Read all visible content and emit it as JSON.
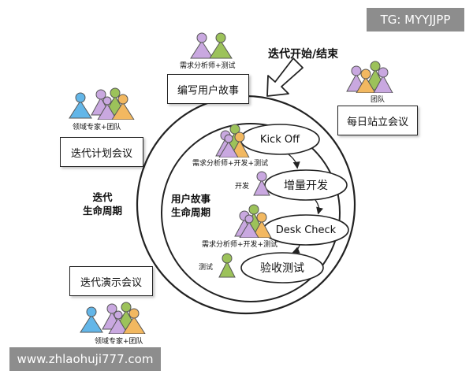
{
  "header": {
    "title": "迭代开始/结束",
    "watermark_top": "TG: MYYJJPP",
    "watermark_bottom": "www.zhlaohuji777.com"
  },
  "outer_boxes": {
    "write_story": "编写用户故事",
    "daily_standup": "每日站立会议",
    "iteration_planning": "迭代计划会议",
    "iteration_demo": "迭代演示会议"
  },
  "lifecycle_labels": {
    "iteration_line1": "迭代",
    "iteration_line2": "生命周期",
    "story_line1": "用户故事",
    "story_line2": "生命周期"
  },
  "steps": {
    "kickoff": "Kick Off",
    "incremental_dev": "增量开发",
    "desk_check": "Desk Check",
    "acceptance_test": "验收测试"
  },
  "role_captions": {
    "ba_test_top": "需求分析师+测试",
    "team": "团队",
    "domain_expert_team_top": "领域专家+团队",
    "ba_dev_test_kickoff": "需求分析师+开发+测试",
    "dev": "开发",
    "ba_dev_test_desk": "需求分析师+开发+测试",
    "test": "测试",
    "domain_expert_team_bottom": "领域专家+团队"
  },
  "colors": {
    "purple": "#c9a8e0",
    "green": "#9cc25a",
    "orange": "#f2b860",
    "blue": "#63b6e8",
    "overlay_gray": "#8d8d8d"
  }
}
